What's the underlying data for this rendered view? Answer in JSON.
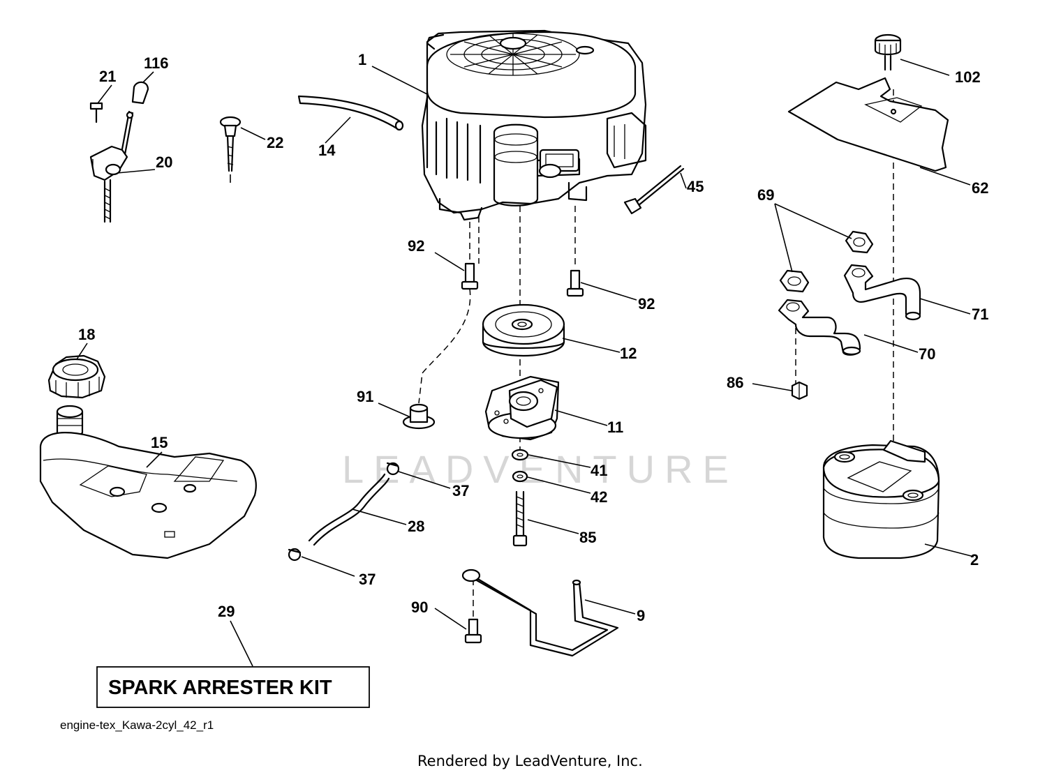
{
  "watermark": "LEADVENTURE",
  "kit_label": "SPARK ARRESTER KIT",
  "file_name": "engine-tex_Kawa-2cyl_42_r1",
  "footer": "Rendered by LeadVenture, Inc.",
  "callouts": {
    "engine": "1",
    "muffler": "2",
    "guard_rod": "9",
    "clutch": "11",
    "pulley": "12",
    "fuel_line_top": "14",
    "fuel_tank": "15",
    "fuel_cap": "18",
    "throttle_bracket": "20",
    "bolt_21": "21",
    "choke_knob": "22",
    "fuel_hose": "28",
    "spark_arrester_kit": "29",
    "clamp_upper": "37",
    "clamp_lower": "37",
    "washer_41": "41",
    "washer_42": "42",
    "breather_45": "45",
    "heat_shield": "62",
    "gasket": "69",
    "exhaust_pipe_70": "70",
    "exhaust_pipe_71": "71",
    "bolt_85": "85",
    "nut_86": "86",
    "bolt_90": "90",
    "grommet_91": "91",
    "bolt_92_left": "92",
    "bolt_92_right": "92",
    "screw_102": "102",
    "knob_116": "116"
  }
}
